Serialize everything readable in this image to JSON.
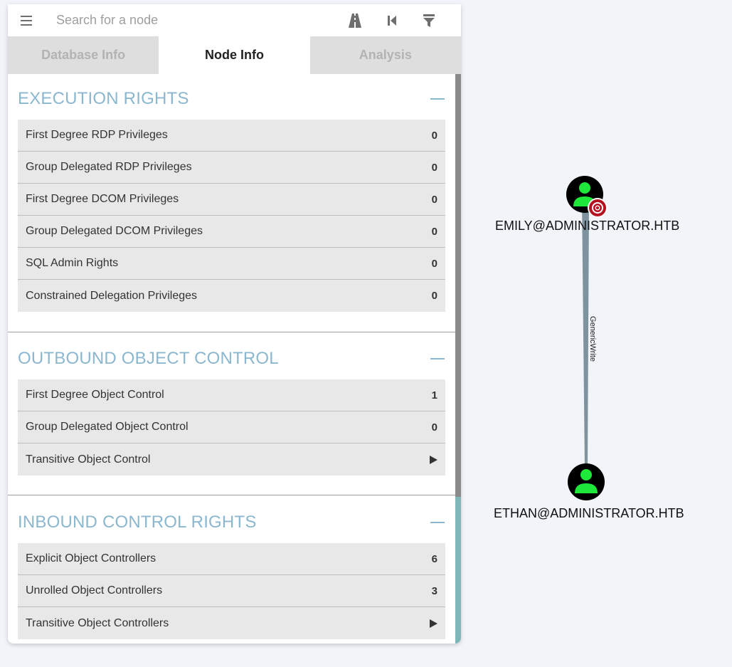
{
  "search": {
    "placeholder": "Search for a node"
  },
  "tabs": [
    {
      "label": "Database Info",
      "active": false
    },
    {
      "label": "Node Info",
      "active": true
    },
    {
      "label": "Analysis",
      "active": false
    }
  ],
  "sections": {
    "execution": {
      "title": "EXECUTION RIGHTS",
      "rows": [
        {
          "label": "First Degree RDP Privileges",
          "value": "0"
        },
        {
          "label": "Group Delegated RDP Privileges",
          "value": "0"
        },
        {
          "label": "First Degree DCOM Privileges",
          "value": "0"
        },
        {
          "label": "Group Delegated DCOM Privileges",
          "value": "0"
        },
        {
          "label": "SQL Admin Rights",
          "value": "0"
        },
        {
          "label": "Constrained Delegation Privileges",
          "value": "0"
        }
      ]
    },
    "outbound": {
      "title": "OUTBOUND OBJECT CONTROL",
      "rows": [
        {
          "label": "First Degree Object Control",
          "value": "1"
        },
        {
          "label": "Group Delegated Object Control",
          "value": "0"
        },
        {
          "label": "Transitive Object Control"
        }
      ]
    },
    "inbound": {
      "title": "INBOUND CONTROL RIGHTS",
      "rows": [
        {
          "label": "Explicit Object Controllers",
          "value": "6"
        },
        {
          "label": "Unrolled Object Controllers",
          "value": "3"
        },
        {
          "label": "Transitive Object Controllers"
        }
      ]
    }
  },
  "graph": {
    "nodes": {
      "emily": {
        "label": "EMILY@ADMINISTRATOR.HTB",
        "icon": "user-icon",
        "badge": "target-icon"
      },
      "ethan": {
        "label": "ETHAN@ADMINISTRATOR.HTB",
        "icon": "user-icon"
      }
    },
    "edge": {
      "label": "GenericWrite",
      "color": "#7e939e"
    }
  },
  "colors": {
    "accent": "#8bb7cf",
    "node_fill": "#000000",
    "user_icon": "#1ee83a",
    "target_badge": "#b3121f"
  }
}
